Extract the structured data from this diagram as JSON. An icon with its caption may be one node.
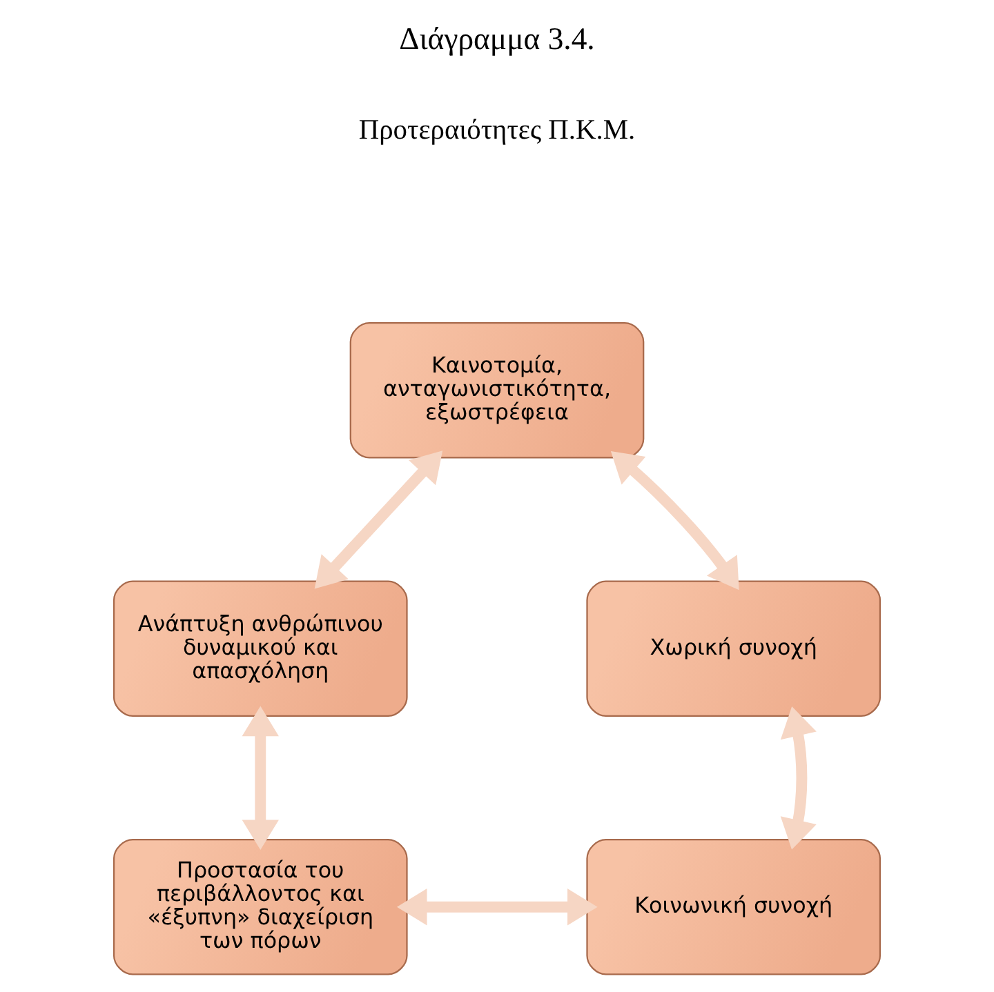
{
  "diagram": {
    "title": "Διάγραμμα 3.4.",
    "nodes": [
      {
        "text": [
          "Καινοτομία, ανταγωνιστικότητα, εξωστρέφεια"
        ]
      },
      {
        "text": [
          "Ανάπτυξη ανθρώπινου δυναμικού και απασχόληση"
        ]
      },
      {
        "text": [
          "Προστασία του περιβάλλοντος και «έξυπνη» διαχείριση των πόρων"
        ]
      },
      {
        "text": [
          "Κοινωνική συνοχή"
        ]
      },
      {
        "text": [
          "Χωρική συνοχή"
        ]
      }
    ],
    "edges": [
      {
        "from": 0,
        "to": 1,
        "arrow": "both"
      },
      {
        "from": 1,
        "to": 2,
        "arrow": "both"
      },
      {
        "from": 2,
        "to": 3,
        "arrow": "both"
      },
      {
        "from": 3,
        "to": 4,
        "arrow": "both"
      },
      {
        "from": 4,
        "to": 0,
        "arrow": "both"
      }
    ],
    "labels": [
      "Προτεραιότητες Π.Κ.Μ."
    ]
  }
}
